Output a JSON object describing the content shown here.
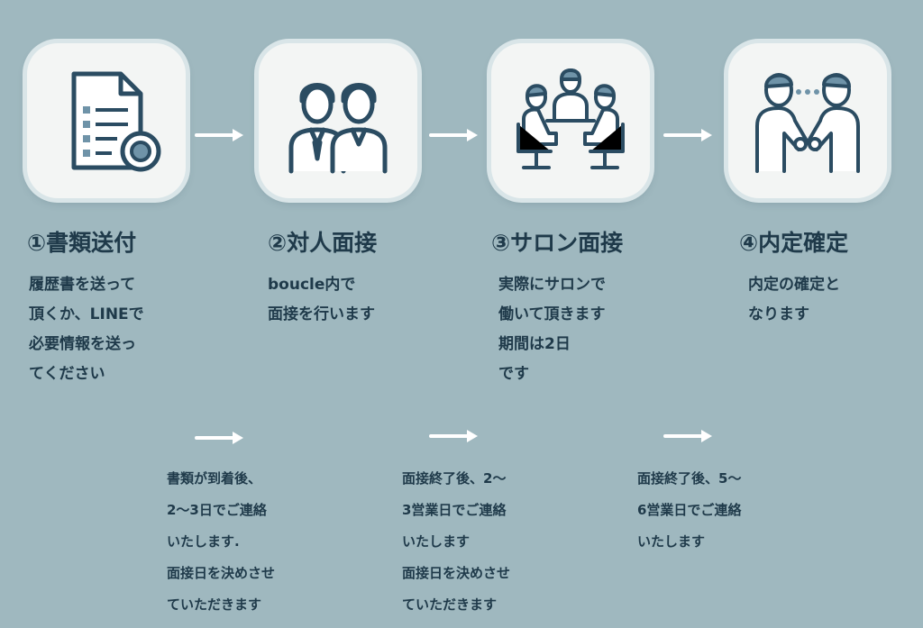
{
  "steps": [
    {
      "icon": "document-icon",
      "title": "①書類送付",
      "desc": [
        "履歴書を送って",
        "頂くか、LINEで",
        "必要情報を送っ",
        "てください"
      ]
    },
    {
      "icon": "two-people-icon",
      "title": "②対人面接",
      "desc": [
        "boucle内で",
        "面接を行います"
      ]
    },
    {
      "icon": "salon-meeting-icon",
      "title": "③サロン面接",
      "desc": [
        "実際にサロンで",
        "働いて頂きます",
        "期間は2日",
        "です"
      ]
    },
    {
      "icon": "handshake-icon",
      "title": "④内定確定",
      "desc": [
        "内定の確定と",
        "なります"
      ]
    }
  ],
  "notes": [
    [
      "書類が到着後、",
      "2〜3日でご連絡",
      "いたします.",
      "面接日を決めさせ",
      "ていただきます"
    ],
    [
      "面接終了後、2〜",
      "3営業日でご連絡",
      "いたします",
      "面接日を決めさせ",
      "ていただきます"
    ],
    [
      "面接終了後、5〜",
      "6営業日でご連絡",
      "いたします"
    ]
  ],
  "colors": {
    "background": "#9fb8bf",
    "card": "#f3f5f4",
    "text": "#1f3a4a",
    "icon_stroke": "#2b4c62",
    "icon_fill": "#6f93a8",
    "arrow": "#ffffff"
  }
}
